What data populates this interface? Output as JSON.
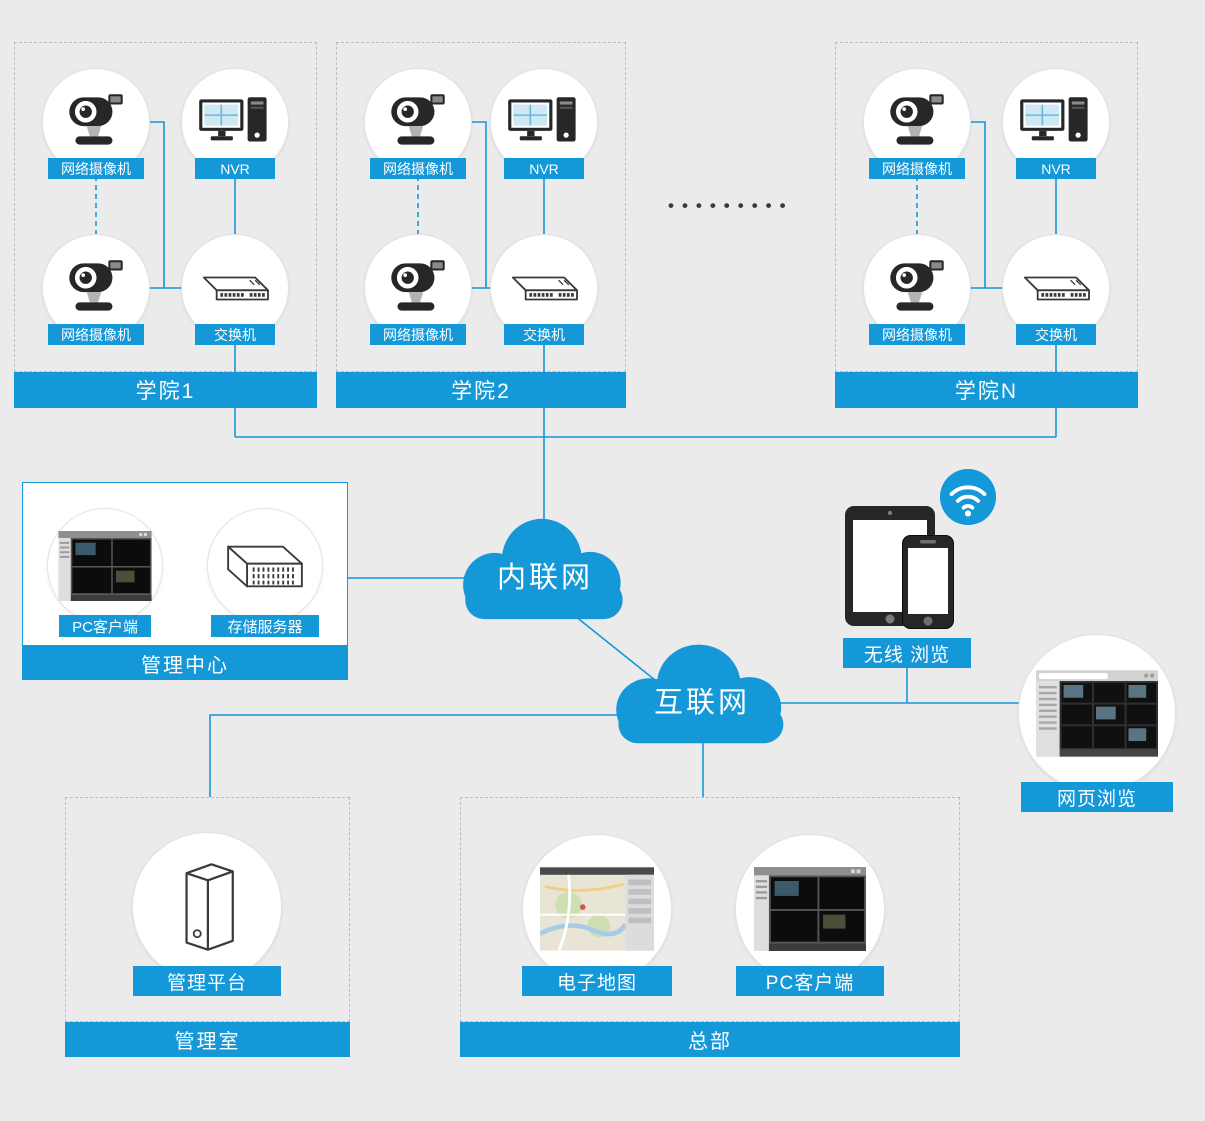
{
  "colors": {
    "accent": "#1598d8",
    "background": "#ebebeb"
  },
  "colleges": [
    {
      "name": "学院1",
      "camera_top": "网络摄像机",
      "nvr": "NVR",
      "camera_bottom": "网络摄像机",
      "switch": "交换机"
    },
    {
      "name": "学院2",
      "camera_top": "网络摄像机",
      "nvr": "NVR",
      "camera_bottom": "网络摄像机",
      "switch": "交换机"
    },
    {
      "name": "学院N",
      "camera_top": "网络摄像机",
      "nvr": "NVR",
      "camera_bottom": "网络摄像机",
      "switch": "交换机"
    }
  ],
  "ellipsis": "•••••••••",
  "management_center": {
    "banner": "管理中心",
    "pc_client": "PC客户端",
    "storage_server": "存储服务器"
  },
  "network": {
    "intranet": "内联网",
    "internet": "互联网"
  },
  "wireless": {
    "label": "无线 浏览"
  },
  "web_browse": {
    "label": "网页浏览"
  },
  "management_room": {
    "banner": "管理室",
    "platform": "管理平台"
  },
  "headquarters": {
    "banner": "总部",
    "map": "电子地图",
    "pc_client": "PC客户端"
  }
}
